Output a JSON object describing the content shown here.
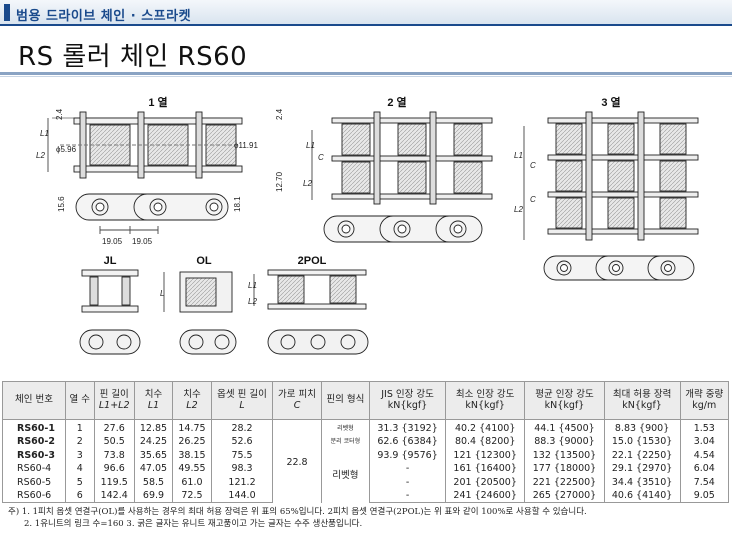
{
  "category": "범용 드라이브 체인 · 스프라켓",
  "title": "RS 롤러 체인 RS60",
  "colors": {
    "accent": "#1a4a8c",
    "header_bg": "#ececec"
  },
  "drawing": {
    "strand_labels": [
      "1 열",
      "2 열",
      "3 열"
    ],
    "link_labels": [
      "JL",
      "OL",
      "2POL"
    ],
    "dims": {
      "d1": "2.4",
      "d2": "2.4",
      "L1": "L1",
      "L2": "L2",
      "C": "C",
      "L": "L",
      "pin_dia": "ϕ5.96",
      "roller_dia": "ϕ11.91",
      "width": "12.70",
      "plate_h": "15.6",
      "plate_h2": "18.1",
      "pitch1": "19.05",
      "pitch2": "19.05"
    }
  },
  "table": {
    "headers": {
      "name": "체인 번호",
      "strands": "열 수",
      "pin_len": "핀 길이",
      "pin_len_sub": "L1+L2",
      "dim1": "치수",
      "dim1_sub": "L1",
      "dim2": "치수",
      "dim2_sub": "L2",
      "offset": "옵셋 핀 길이",
      "offset_sub": "L",
      "pitch": "가로 피치",
      "pitch_sub": "C",
      "pin_type": "핀의 형식",
      "jis": "JIS 인장 강도",
      "jis_sub": "kN{kgf}",
      "min": "최소 인장 강도",
      "min_sub": "kN{kgf}",
      "avg": "평균 인장 강도",
      "avg_sub": "kN{kgf}",
      "max": "최대 허용 장력",
      "max_sub": "kN{kgf}",
      "weight": "개략 중량",
      "weight_sub": "kg/m"
    },
    "rows": [
      {
        "name": "RS60-1",
        "strands": "1",
        "pin_len": "27.6",
        "dim1": "12.85",
        "dim2": "14.75",
        "offset": "28.2",
        "jis": "31.3 {3192}",
        "min": "40.2 {4100}",
        "avg": "44.1 {4500}",
        "max": "8.83 {900}",
        "weight": "1.53"
      },
      {
        "name": "RS60-2",
        "strands": "2",
        "pin_len": "50.5",
        "dim1": "24.25",
        "dim2": "26.25",
        "offset": "52.6",
        "jis": "62.6 {6384}",
        "min": "80.4 {8200}",
        "avg": "88.3 {9000}",
        "max": "15.0 {1530}",
        "weight": "3.04"
      },
      {
        "name": "RS60-3",
        "strands": "3",
        "pin_len": "73.8",
        "dim1": "35.65",
        "dim2": "38.15",
        "offset": "75.5",
        "jis": "93.9 {9576}",
        "min": "121 {12300}",
        "avg": "132 {13500}",
        "max": "22.1 {2250}",
        "weight": "4.54"
      },
      {
        "name": "RS60-4",
        "strands": "4",
        "pin_len": "96.6",
        "dim1": "47.05",
        "dim2": "49.55",
        "offset": "98.3",
        "jis": "-",
        "min": "161 {16400}",
        "avg": "177 {18000}",
        "max": "29.1 {2970}",
        "weight": "6.04"
      },
      {
        "name": "RS60-5",
        "strands": "5",
        "pin_len": "119.5",
        "dim1": "58.5",
        "dim2": "61.0",
        "offset": "121.2",
        "jis": "-",
        "min": "201 {20500}",
        "avg": "221 {22500}",
        "max": "34.4 {3510}",
        "weight": "7.54"
      },
      {
        "name": "RS60-6",
        "strands": "6",
        "pin_len": "142.4",
        "dim1": "69.9",
        "dim2": "72.5",
        "offset": "144.0",
        "jis": "-",
        "min": "241 {24600}",
        "avg": "265 {27000}",
        "max": "40.6 {4140}",
        "weight": "9.05"
      }
    ],
    "pitch_value": "22.8",
    "pin_type_small1": "리벳형",
    "pin_type_small2": "분리 코터형",
    "pin_type_main": "리벳형"
  },
  "notes": {
    "line1": "주) 1. 1피치 옵셋 연결구(OL)를 사용하는 경우의 최대 허용 장력은 위 표의 65%입니다. 2피치 옵셋 연결구(2POL)는 위 표와 같이 100%로 사용할 수 있습니다.",
    "line2": "2. 1유니트의 링크 수=160   3. 굵은 글자는 유니트 재고품이고 가는 글자는 수주 생산품입니다."
  }
}
